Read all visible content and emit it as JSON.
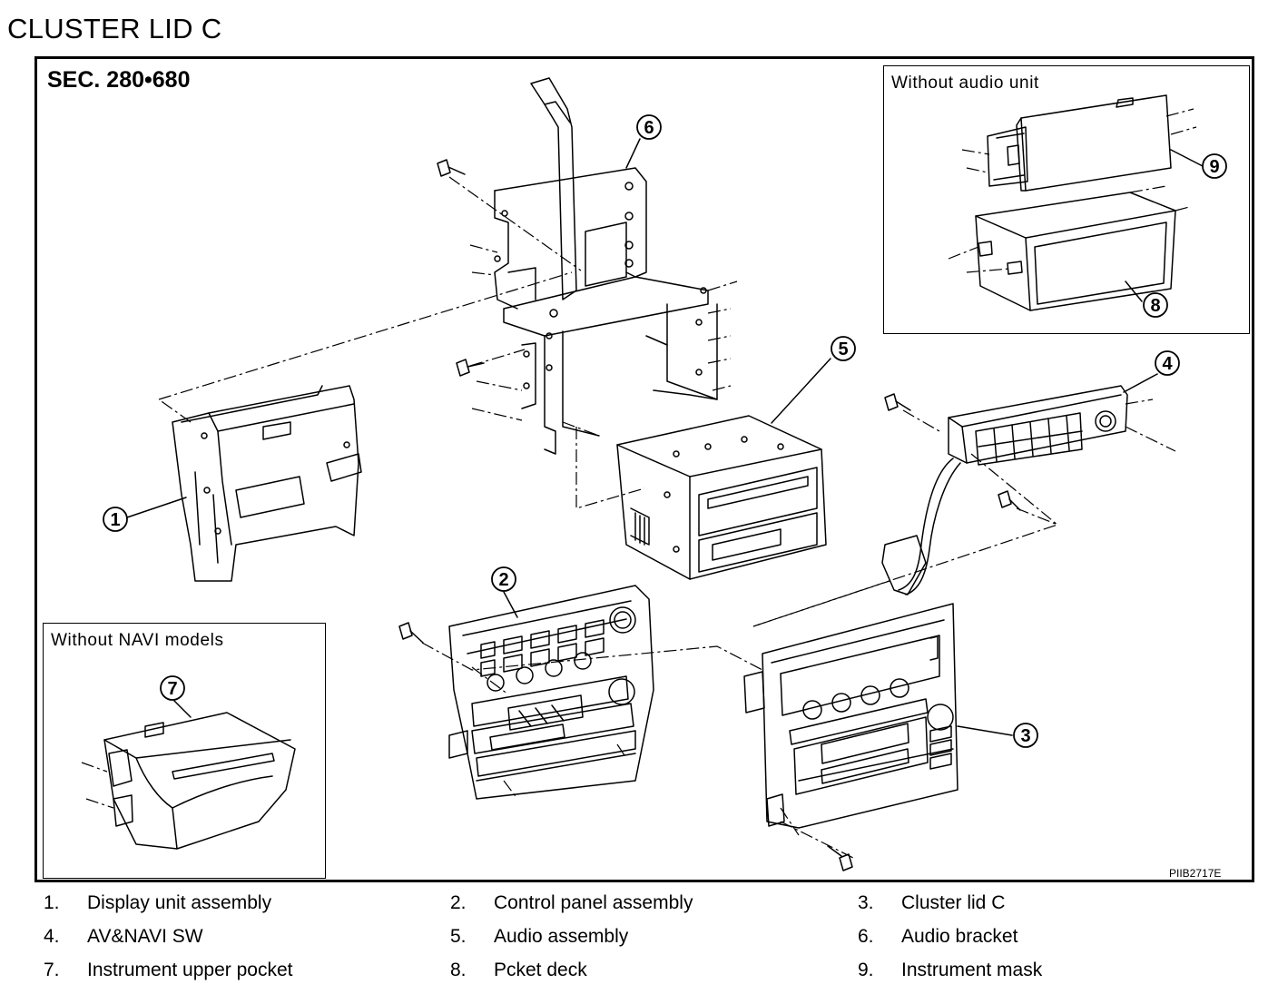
{
  "page_title": "CLUSTER LID C",
  "section_label": "SEC. 280•680",
  "figure_code": "PIIB2717E",
  "insets": {
    "audio_title": "Without audio unit",
    "navi_title": "Without NAVI models"
  },
  "callouts": [
    "1",
    "2",
    "3",
    "4",
    "5",
    "6",
    "7",
    "8",
    "9"
  ],
  "legend": [
    {
      "num": "1.",
      "label": "Display unit assembly"
    },
    {
      "num": "2.",
      "label": "Control panel assembly"
    },
    {
      "num": "3.",
      "label": "Cluster lid C"
    },
    {
      "num": "4.",
      "label": "AV&NAVI SW"
    },
    {
      "num": "5.",
      "label": "Audio assembly"
    },
    {
      "num": "6.",
      "label": "Audio bracket"
    },
    {
      "num": "7.",
      "label": "Instrument upper pocket"
    },
    {
      "num": "8.",
      "label": "Pcket deck"
    },
    {
      "num": "9.",
      "label": "Instrument mask"
    }
  ]
}
